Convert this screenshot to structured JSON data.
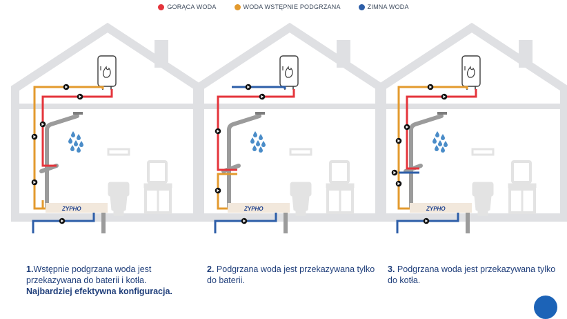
{
  "legend": {
    "hot": {
      "label": "GORĄCA WODA",
      "color": "#e4343b"
    },
    "preheated": {
      "label": "WODA WSTĘPNIE PODGRZANA",
      "color": "#e39a2e"
    },
    "cold": {
      "label": "ZIMNA WODA",
      "color": "#2d5ea8"
    }
  },
  "device_label": "ZYPHO",
  "colors": {
    "house": "#dfe0e3",
    "gray_pipe": "#9b9b9b",
    "fixture": "#e3e3e3",
    "drop": "#4a8cc8",
    "caption": "#1f3e7a",
    "accent": "#1c63b7"
  },
  "panels": [
    {
      "num": "1.",
      "text": "Wstępnie podgrzana woda jest przekazywana do baterii i kotła.",
      "bold": "Najbardziej efektywna konfiguracja."
    },
    {
      "num": "2.",
      "text": " Podgrzana woda jest przekazywana tylko do baterii.",
      "bold": ""
    },
    {
      "num": "3.",
      "text": " Podgrzana woda jest przekazywana tylko do kotła.",
      "bold": ""
    }
  ]
}
